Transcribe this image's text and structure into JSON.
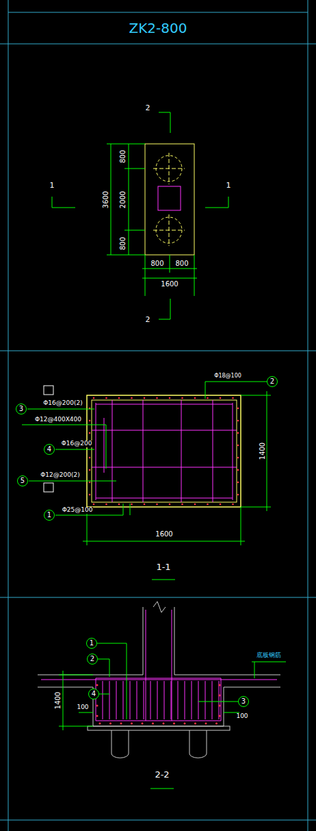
{
  "diagram": {
    "title": "ZK2-800",
    "nodes": [
      {
        "text": [
          "2"
        ]
      },
      {
        "text": [
          "3"
        ]
      },
      {
        "text": [
          "4"
        ]
      },
      {
        "text": [
          "5"
        ]
      },
      {
        "text": [
          "1"
        ]
      },
      {
        "text": [
          "1"
        ]
      },
      {
        "text": [
          "2"
        ]
      },
      {
        "text": [
          "4"
        ]
      },
      {
        "text": [
          "3"
        ]
      }
    ],
    "labels": [
      "2",
      "1",
      "1",
      "800",
      "2000",
      "800",
      "3600",
      "800",
      "800",
      "1600",
      "2",
      "Φ18@100",
      "Φ16@200(2)",
      "Φ12@400X400",
      "Φ16@200",
      "Φ12@200(2)",
      "Φ25@100",
      "1400",
      "1600",
      "1-1",
      "底板钢筋",
      "1400",
      "100",
      "100",
      "2-2"
    ]
  }
}
